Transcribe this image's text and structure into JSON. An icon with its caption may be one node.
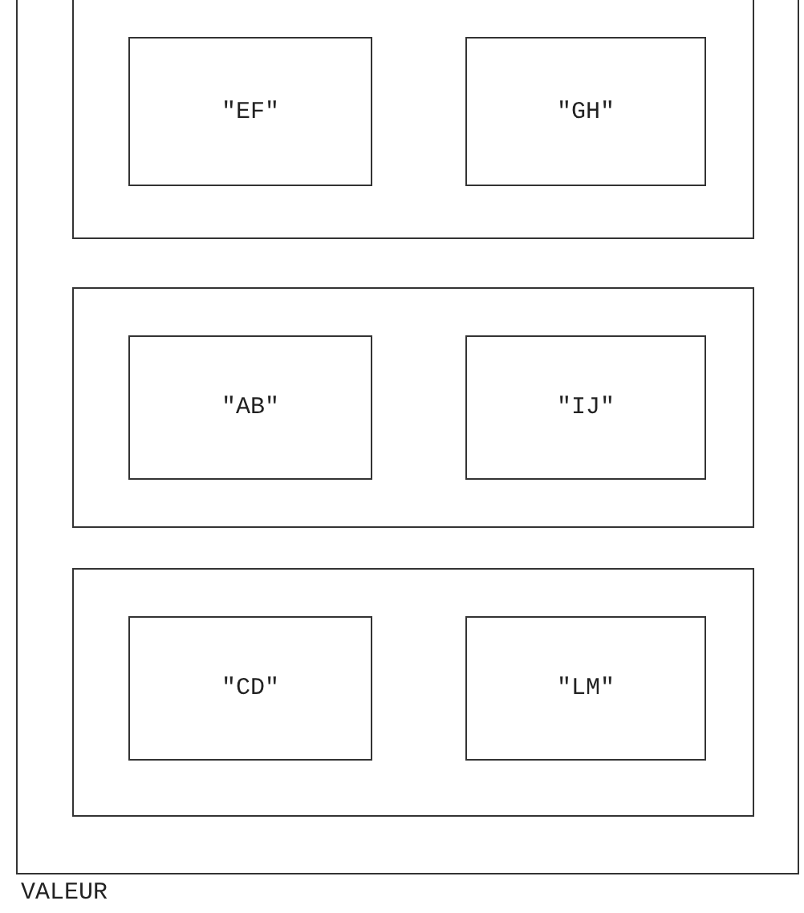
{
  "diagram": {
    "nodes": [
      {
        "text": [],
        "shape": "box",
        "beside": [
          "VALEUR"
        ]
      },
      {
        "text": [],
        "shape": "box",
        "in": 0
      },
      {
        "text": [
          "\"EF\""
        ],
        "in": 1
      },
      {
        "text": [
          "\"GH\""
        ],
        "in": 1
      },
      {
        "text": [],
        "shape": "box",
        "in": 0
      },
      {
        "text": [
          "\"AB\""
        ],
        "in": 4
      },
      {
        "text": [
          "\"IJ\""
        ],
        "in": 4
      },
      {
        "text": [],
        "shape": "box",
        "in": 0
      },
      {
        "text": [
          "\"CD\""
        ],
        "in": 7
      },
      {
        "text": [
          "\"LM\""
        ],
        "in": 7
      }
    ]
  }
}
